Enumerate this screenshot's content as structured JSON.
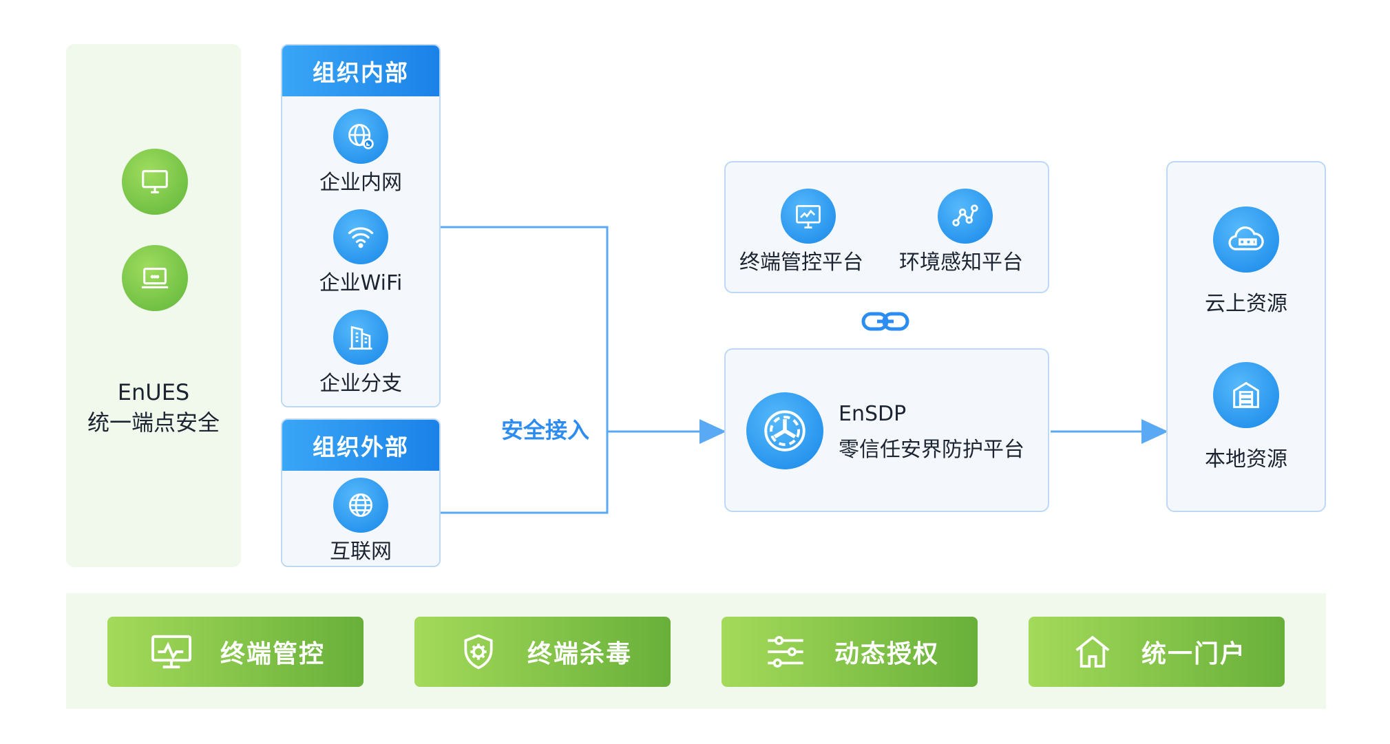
{
  "endpoint": {
    "title": "EnUES",
    "subtitle": "统一端点安全",
    "icons": [
      "desktop-icon",
      "laptop-icon"
    ]
  },
  "org_internal": {
    "header": "组织内部",
    "items": [
      {
        "label": "企业内网",
        "icon": "globe-lock-icon"
      },
      {
        "label": "企业WiFi",
        "icon": "wifi-icon"
      },
      {
        "label": "企业分支",
        "icon": "building-icon"
      }
    ]
  },
  "org_external": {
    "header": "组织外部",
    "items": [
      {
        "label": "互联网",
        "icon": "globe-icon"
      }
    ]
  },
  "connector_label": "安全接入",
  "platforms_top": [
    {
      "label": "终端管控平台",
      "icon": "monitor-chart-icon"
    },
    {
      "label": "环境感知平台",
      "icon": "network-nodes-icon"
    }
  ],
  "link_icon": "link-icon",
  "ensdp": {
    "title": "EnSDP",
    "subtitle": "零信任安界防护平台",
    "icon": "shield-emblem-icon"
  },
  "resources": [
    {
      "label": "云上资源",
      "icon": "cloud-icon"
    },
    {
      "label": "本地资源",
      "icon": "server-icon"
    }
  ],
  "features": [
    {
      "label": "终端管控",
      "icon": "monitor-pulse-icon"
    },
    {
      "label": "终端杀毒",
      "icon": "shield-virus-icon"
    },
    {
      "label": "动态授权",
      "icon": "sliders-icon"
    },
    {
      "label": "统一门户",
      "icon": "home-icon"
    }
  ],
  "colors": {
    "blue_primary": "#1a82e8",
    "blue_light": "#bcd8f4",
    "green_primary": "#68b03a",
    "green_light": "#f1f8ec",
    "connector_blue": "#5aa9f4"
  }
}
